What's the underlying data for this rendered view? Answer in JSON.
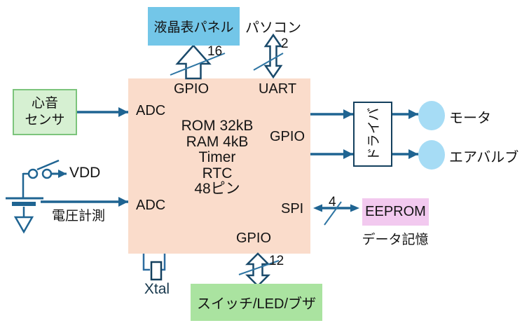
{
  "diagram": {
    "mcu": {
      "specs": [
        "ROM 32kB",
        "RAM 4kB",
        "Timer",
        "RTC",
        "48ピン"
      ],
      "ports": {
        "gpio_top": "GPIO",
        "uart": "UART",
        "adc1": "ADC",
        "adc2": "ADC",
        "gpio_right": "GPIO",
        "spi": "SPI",
        "gpio_bottom": "GPIO"
      }
    },
    "lcd": {
      "label": "液晶表パネル"
    },
    "pc": {
      "label": "パソコン"
    },
    "sensor": {
      "line1": "心音",
      "line2": "センサ"
    },
    "power": {
      "vdd": "VDD",
      "measure": "電圧計測"
    },
    "driver": {
      "label": "ドライバ"
    },
    "motor": {
      "label": "モータ"
    },
    "valve": {
      "label": "エアバルブ"
    },
    "eeprom": {
      "label": "EEPROM",
      "caption": "データ記憶"
    },
    "switches": {
      "label": "スイッチ/LED/ブザ"
    },
    "xtal": {
      "label": "Xtal"
    },
    "bus_widths": {
      "lcd": "16",
      "uart": "2",
      "spi": "4",
      "gpio": "12"
    },
    "colors": {
      "mcu_fill": "#fadccb",
      "lcd_fill": "#73c6e8",
      "sensor_fill": "#d6f0d2",
      "sensor_border": "#7cc47c",
      "switches_fill": "#aae3a0",
      "eeprom_fill": "#f2c9ef",
      "node_fill": "#a6dcf5",
      "wire": "#1f6492",
      "hollow_arrow_stroke": "#1a4a6b",
      "slash": "#2e75a3",
      "text": "#141414"
    }
  }
}
